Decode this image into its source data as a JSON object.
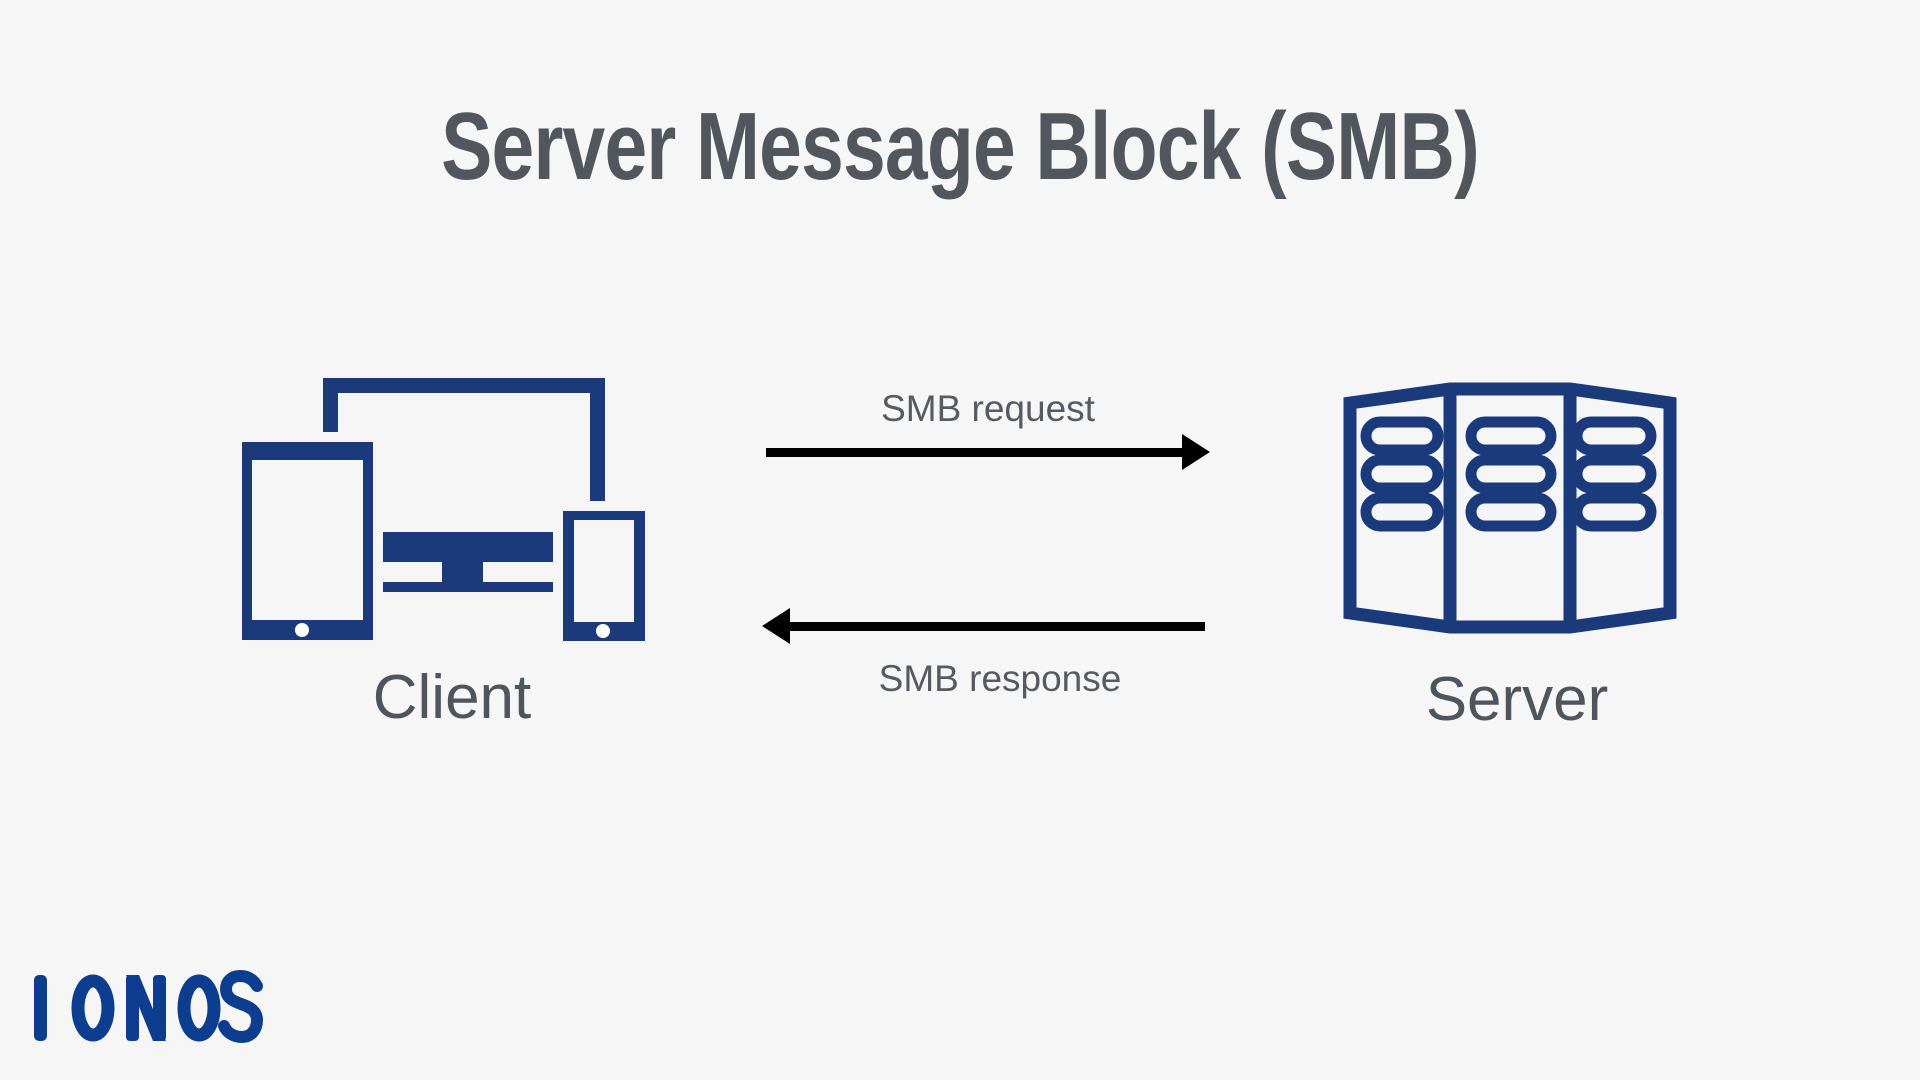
{
  "title": "Server Message Block (SMB)",
  "diagram": {
    "client_label": "Client",
    "server_label": "Server",
    "request_label": "SMB request",
    "response_label": "SMB response"
  },
  "branding": {
    "logo_text": "IONOS"
  },
  "icons": {
    "client_icon": "monitor-tablet-phone-cluster",
    "server_icon": "server-rack-three-towers"
  },
  "colors": {
    "background": "#f6f6f7",
    "icon_navy": "#1b3a7c",
    "logo_blue": "#0c3d8f",
    "title_gray": "#51575c",
    "label_gray": "#4e555c",
    "arrow_black": "#000000"
  }
}
